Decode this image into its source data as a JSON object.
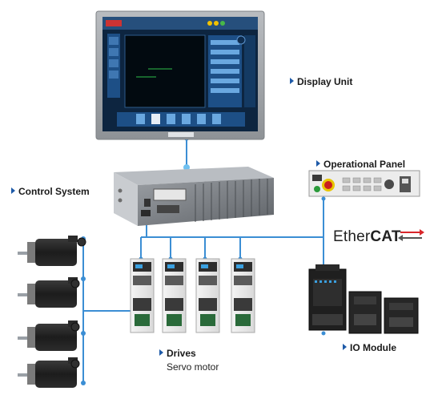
{
  "labels": {
    "display_unit": "Display Unit",
    "operational_panel": "Operational Panel",
    "control_system": "Control System",
    "drives": "Drives",
    "servo_motor": "Servo motor",
    "io_module": "IO Module"
  },
  "ethercat": {
    "part1": "Ether",
    "part2": "CAT"
  },
  "colors": {
    "connection_line": "#3b8ed4",
    "label_marker": "#1e5aa8",
    "ethercat_arrow": "#d9262b",
    "screen_ui": "#1d4f86"
  }
}
